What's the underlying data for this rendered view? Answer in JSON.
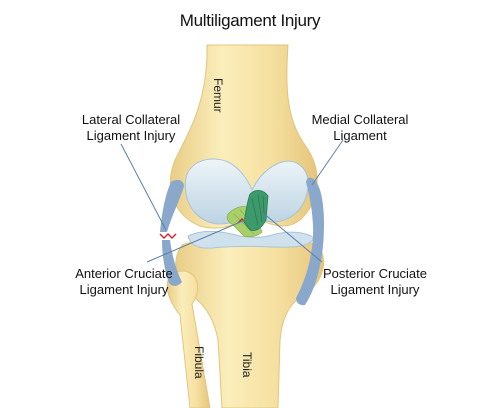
{
  "title": "Multiligament Injury",
  "labels": {
    "lcl": "Lateral Collateral\nLigament Injury",
    "mcl": "Medial Collateral\nLigament",
    "acl": "Anterior Cruciate\nLigament Injury",
    "pcl": "Posterior Cruciate\nLigament Injury"
  },
  "bones": {
    "femur": "Femur",
    "fibula": "Fibula",
    "tibia": "Tibia"
  },
  "colors": {
    "bone": "#f6e1a4",
    "bone_shade": "#e6c77e",
    "cartilage": "#d3e5ef",
    "ligament_blue": "#8aa8cc",
    "acl_green": "#a9cf6a",
    "pcl_green": "#3d9a6b",
    "injury_red": "#d2232a",
    "leader": "#5b7fa8"
  }
}
